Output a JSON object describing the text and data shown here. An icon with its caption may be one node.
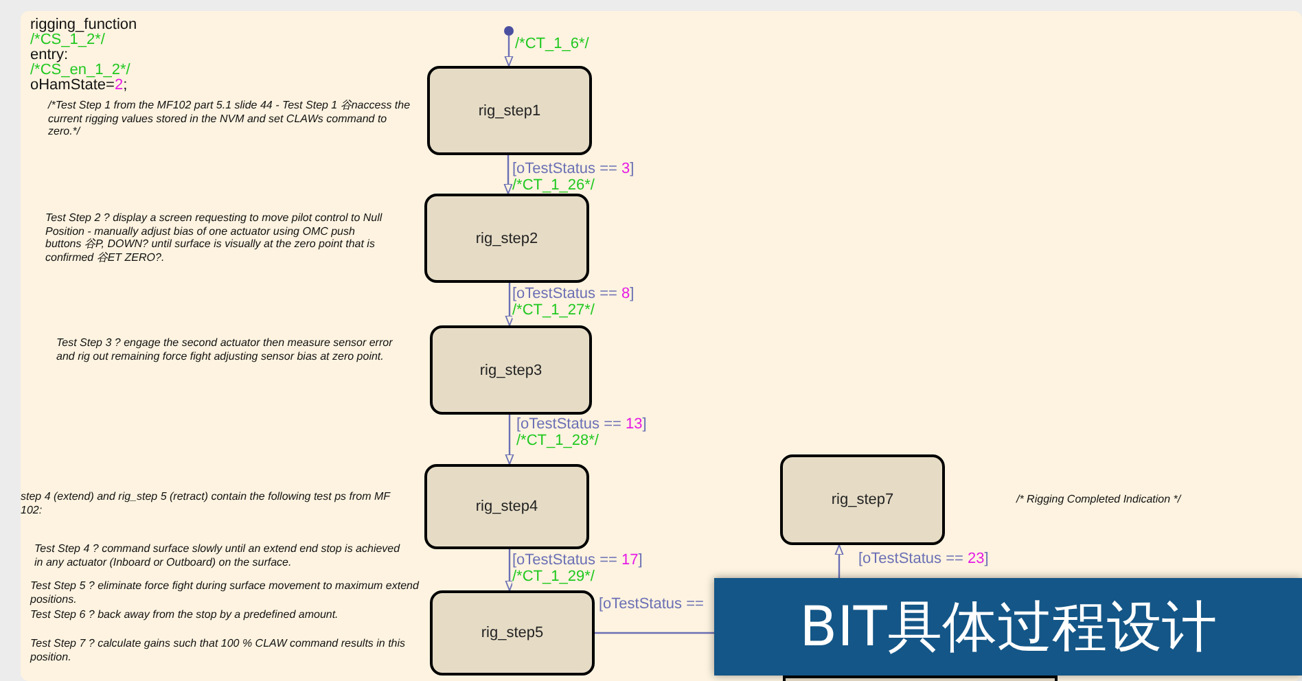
{
  "diagram": {
    "title": "BIT具体过程设计",
    "nodes": [
      {
        "text": [
          "rigging_function",
          "/*CS_1_2*/",
          "entry:",
          "/*CS_en_1_2*/",
          "oHamState=2;"
        ]
      },
      {
        "text": [],
        "shape": "circle",
        "in": 0
      },
      {
        "text": [
          "rig_step1"
        ],
        "in": 0
      },
      {
        "text": [
          "rig_step2"
        ],
        "in": 0
      },
      {
        "text": [
          "rig_step3"
        ],
        "in": 0
      },
      {
        "text": [
          "rig_step4"
        ],
        "in": 0
      },
      {
        "text": [
          "rig_step5"
        ],
        "in": 0
      },
      {
        "text": [
          "rig_step7"
        ],
        "in": 0
      },
      {
        "text": [],
        "shape": "box",
        "in": 0
      }
    ],
    "edges": [
      {
        "from": 1,
        "to": 2,
        "arrow": "to",
        "label": "/*CT_1_6*/"
      },
      {
        "from": 2,
        "to": 3,
        "arrow": "to",
        "label": "[oTestStatus == 3] /*CT_1_26*/"
      },
      {
        "from": 3,
        "to": 4,
        "arrow": "to",
        "label": "[oTestStatus == 8] /*CT_1_27*/"
      },
      {
        "from": 4,
        "to": 5,
        "arrow": "to",
        "label": "[oTestStatus == 13] /*CT_1_28*/"
      },
      {
        "from": 5,
        "to": 6,
        "arrow": "to",
        "label": "[oTestStatus == 17] /*CT_1_29*/"
      },
      {
        "from": 6,
        "to": 8,
        "arrow": "none",
        "label": "[oTestStatus =="
      },
      {
        "from": 8,
        "to": 7,
        "arrow": "to",
        "label": "[oTestStatus == 23]"
      }
    ],
    "labels": [
      "/*Test Step 1 from the MF102 part 5.1 slide 44 - Test Step 1 谷naccess the current rigging values stored in the NVM and set CLAWs command to zero.*/",
      "Test Step 2 ? display a screen requesting to move pilot control to Null Position - manually adjust bias of one actuator using OMC push buttons 谷P, DOWN? until surface is visually at the zero point that is confirmed 谷ET ZERO?.",
      "Test Step 3 ? engage the second actuator then measure sensor error and rig out remaining force fight adjusting sensor bias at zero point.",
      "step 4 (extend) and rig_step 5 (retract) contain the following test ps from MF 102:",
      "Test Step 4 ? command surface slowly until an extend end stop is achieved in any actuator (Inboard or Outboard) on the surface.",
      "Test Step 5 ? eliminate force fight during surface movement to maximum extend positions.",
      "Test Step 6 ? back away from the stop by a predefined amount.",
      "Test Step 7 ? calculate gains such that 100 % CLAW command results in this position.",
      "/* Rigging Completed Indication */"
    ]
  }
}
